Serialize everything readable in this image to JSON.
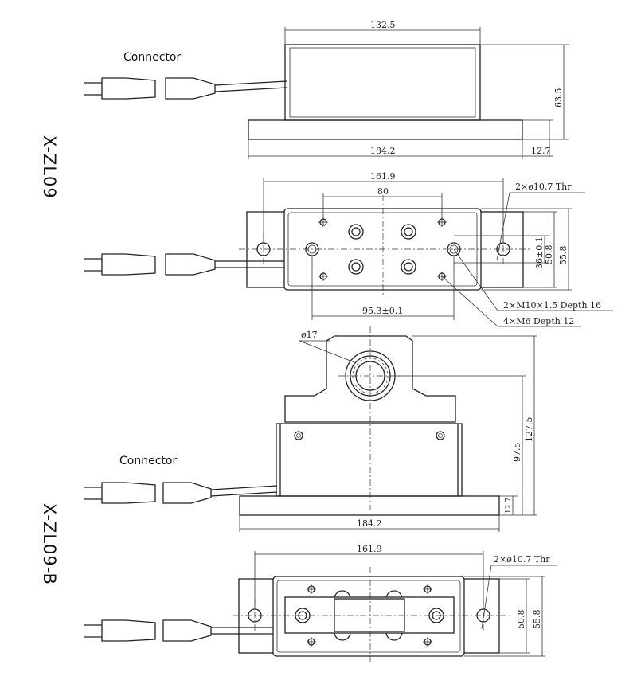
{
  "models": {
    "top": "X-ZL09",
    "bottom": "X-ZL09-B"
  },
  "labels": {
    "connector_1": "Connector",
    "connector_2": "Connector"
  },
  "dimensions": {
    "v1_width": "132.5",
    "v1_height": "63.5",
    "v1_base": "184.2",
    "v1_base_thk": "12.7",
    "v2_hole_span": "161.9",
    "v2_center": "80",
    "v2_hole_note": "2×ø10.7 Thr",
    "v2_36": "36±0.1",
    "v2_508": "50.8",
    "v2_558": "55.8",
    "v2_953": "95.3±0.1",
    "v2_m10": "2×M10×1.5 Depth 16",
    "v2_m6": "4×M6 Depth 12",
    "v3_dia": "ø17",
    "v3_975": "97.5",
    "v3_1275": "127.5",
    "v3_base": "184.2",
    "v3_thk": "12.7",
    "v4_hole_span": "161.9",
    "v4_hole_note": "2×ø10.7 Thr",
    "v4_508": "50.8",
    "v4_558": "55.8"
  }
}
